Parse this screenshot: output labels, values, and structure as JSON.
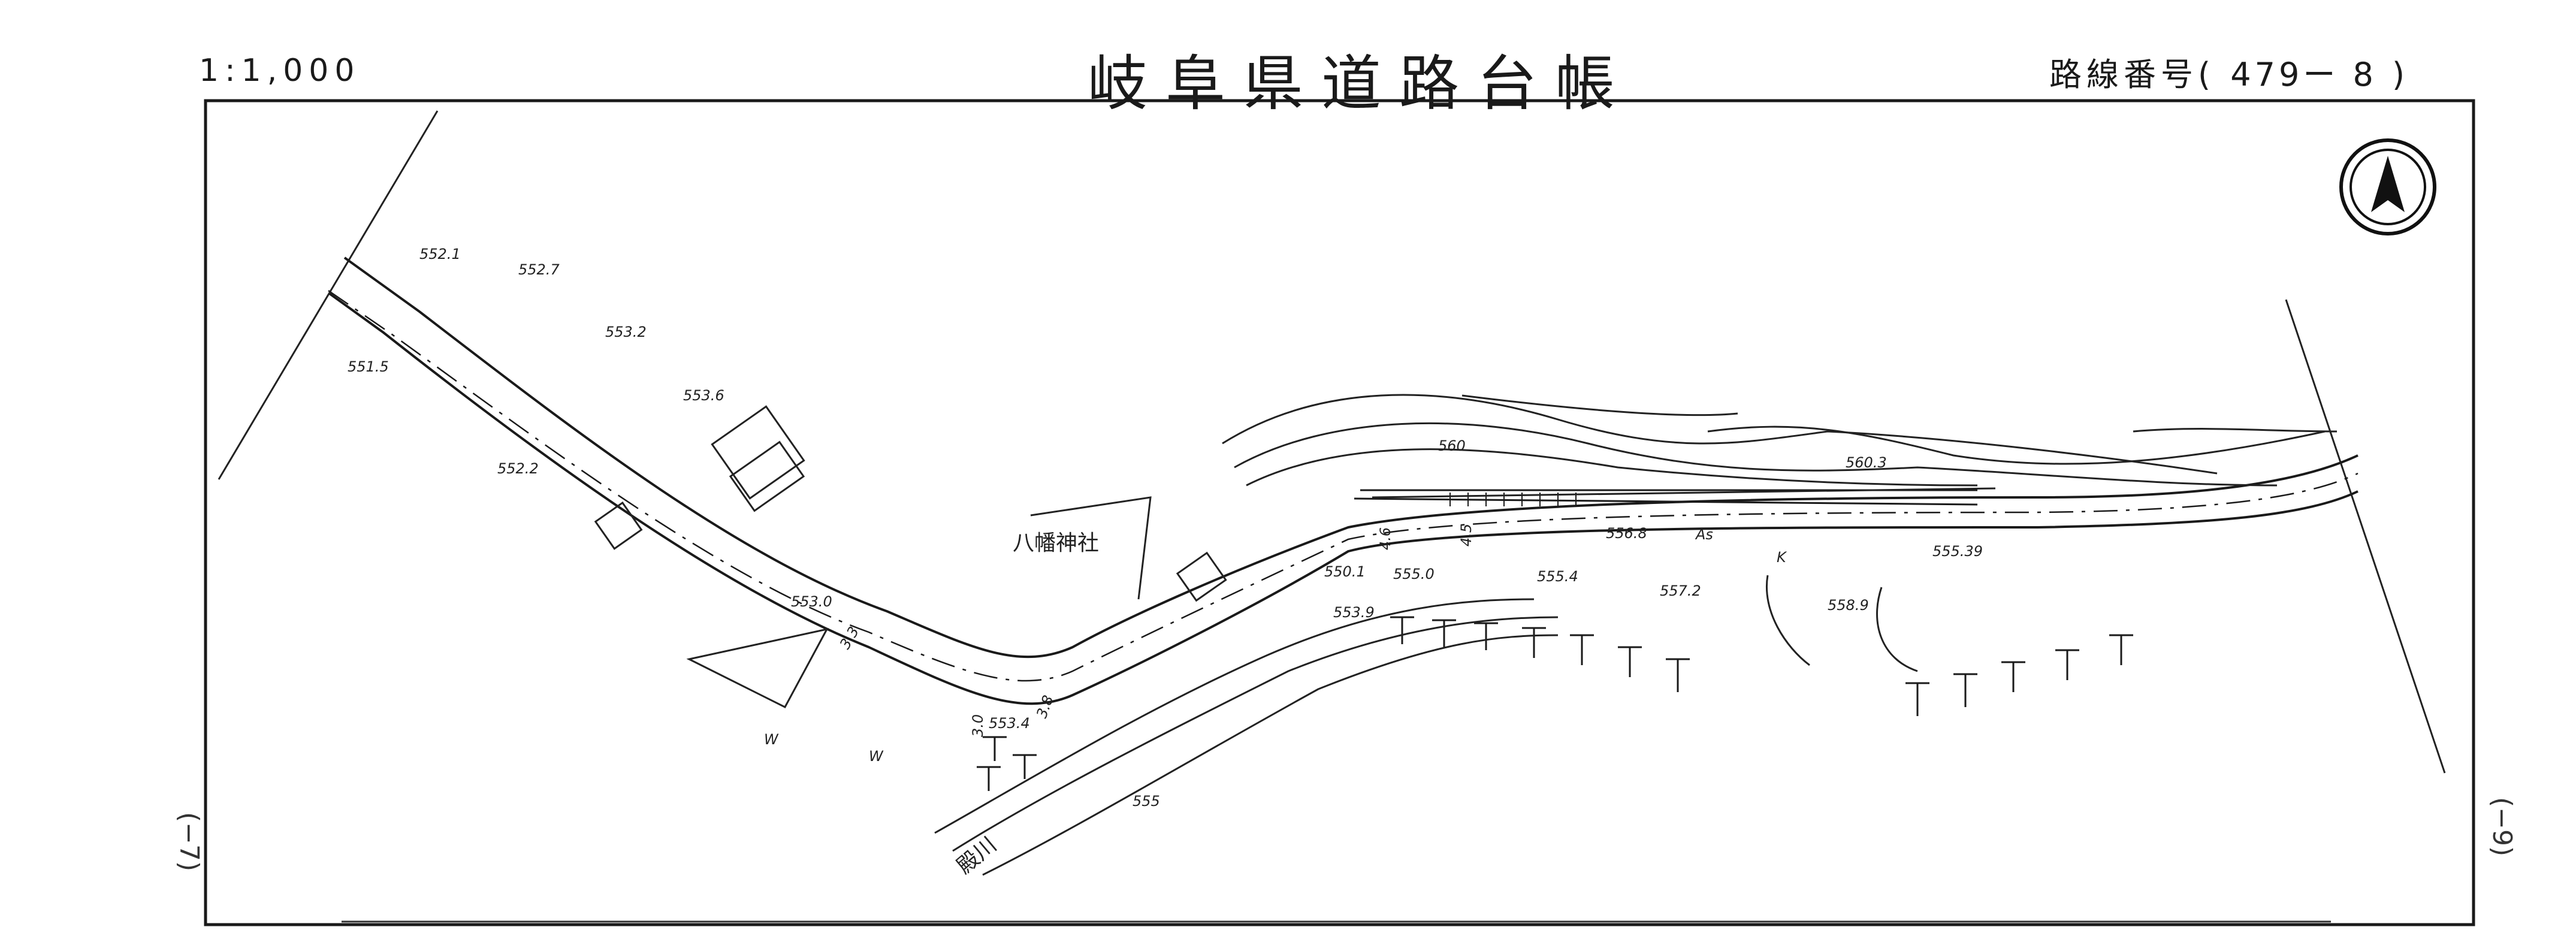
{
  "header": {
    "scale": "1:1,000",
    "title": "岐阜県道路台帳",
    "route_label": "路線番号(",
    "route_number": "479ー 8",
    "route_close": ")"
  },
  "north_arrow": {
    "icon": "north-arrow-icon"
  },
  "map": {
    "elevations": [
      "552.1",
      "552.7",
      "553.2",
      "551.5",
      "553.6",
      "552.2",
      "553.0",
      "553.4",
      "550.1",
      "555.0",
      "553.9",
      "555.4",
      "557.2",
      "556.8",
      "560",
      "560.3",
      "558.9",
      "555.39",
      "555"
    ],
    "place_names": [
      "八幡神社",
      "殿川"
    ],
    "road_widths": [
      "4.6",
      "4.5",
      "3.0",
      "3.8",
      "3.3"
    ],
    "symbols": [
      "As",
      "K",
      "W",
      "W"
    ]
  },
  "margins": {
    "left_mark": "(−7)",
    "right_mark": "(−9)"
  },
  "colors": {
    "ink": "#1a1a1a",
    "paper": "#ffffff"
  }
}
